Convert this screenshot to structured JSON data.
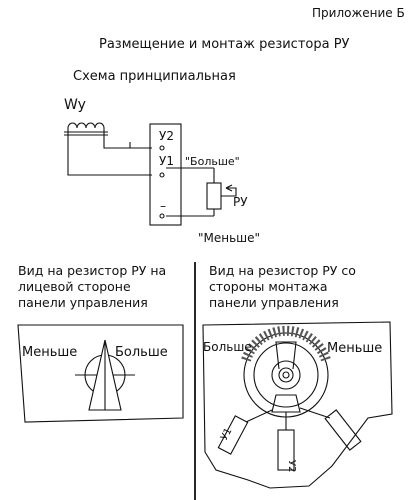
{
  "appendix": "Приложение Б",
  "title": "Размещение и монтаж резистора РУ",
  "schema_title": "Схема принципиальная",
  "labels": {
    "wy": "Wy",
    "y2": "У2",
    "y1": "У1",
    "more_quoted": "\"Больше\"",
    "less_quoted": "\"Меньше\"",
    "ru": "РУ",
    "minus": "–"
  },
  "view_front": {
    "lines": [
      "Вид на резистор РУ на",
      "лицевой стороне",
      "панели управления"
    ]
  },
  "view_back": {
    "lines": [
      "Вид на резистор РУ со",
      "стороны монтажа",
      "панели управления"
    ]
  },
  "front_panel": {
    "less": "Меньше",
    "more": "Больше"
  },
  "back_panel": {
    "more": "Больше",
    "less": "Меньше",
    "plug_y1": "У1",
    "plug_y2": "У2"
  }
}
